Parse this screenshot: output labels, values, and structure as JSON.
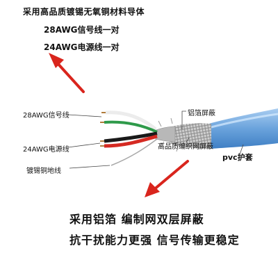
{
  "header": {
    "title": "采用高品质镀锡无氧铜材料导体",
    "spec_signal": "28AWG信号线一对",
    "spec_power": "24AWG电源线一对"
  },
  "labels": {
    "signal": "28AWG信号线",
    "power": "24AWG电源线",
    "ground": "镀锡铜地线",
    "foil": "铝箔屏蔽",
    "braid": "高品质编织网屏蔽",
    "pvc": "pvc护套"
  },
  "slogan": {
    "line1": "采用铝箔 编制网双层屏蔽",
    "line2": "抗干扰能力更强 信号传输更稳定"
  },
  "colors": {
    "arrow": "#d9251d",
    "jacket": "#7fb3e6",
    "wire_red": "#d52a22",
    "wire_green": "#2e9a4a",
    "wire_black": "#1a1a1a",
    "wire_white": "#f2f2f2",
    "foil": "#b8b8b8"
  }
}
